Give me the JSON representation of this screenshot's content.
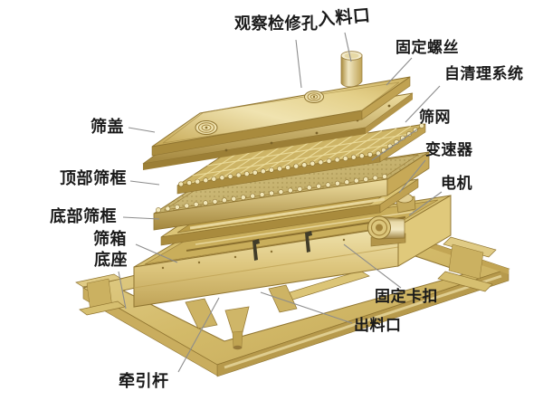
{
  "diagram_type": "exploded-view of a gyratory screening machine (all visible text is part labels)",
  "colors": {
    "background": "#ffffff",
    "gold_light": "#f2e6bb",
    "gold": "#d8c07a",
    "gold_dark": "#a98b3d",
    "outline": "#8f7430",
    "clamp_dark": "#413c29",
    "label_text": "#1a1a1a",
    "leader_line": "#8c8c8c"
  },
  "labels": [
    {
      "id": "inspection-hole",
      "text": "观察检修孔"
    },
    {
      "id": "feed-inlet",
      "text": "入料口"
    },
    {
      "id": "fixing-screws",
      "text": "固定螺丝"
    },
    {
      "id": "self-cleaning-system",
      "text": "自清理系统"
    },
    {
      "id": "screen-mesh",
      "text": "筛网"
    },
    {
      "id": "gearbox",
      "text": "变速器"
    },
    {
      "id": "motor",
      "text": "电机"
    },
    {
      "id": "fixing-clamp",
      "text": "固定卡扣"
    },
    {
      "id": "discharge-outlet",
      "text": "出料口"
    },
    {
      "id": "traction-rod",
      "text": "牵引杆"
    },
    {
      "id": "screen-cover",
      "text": "筛盖"
    },
    {
      "id": "top-screen-frame",
      "text": "顶部筛框"
    },
    {
      "id": "bottom-screen-frame",
      "text": "底部筛框"
    },
    {
      "id": "screen-box",
      "text": "筛箱"
    },
    {
      "id": "base",
      "text": "底座"
    }
  ]
}
